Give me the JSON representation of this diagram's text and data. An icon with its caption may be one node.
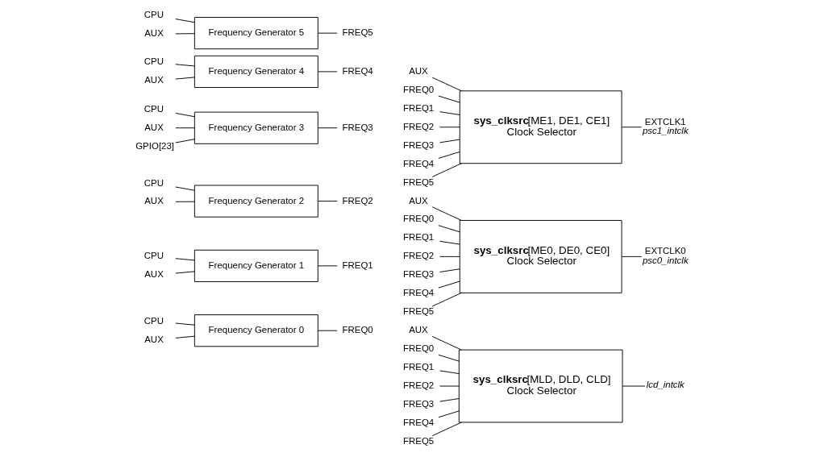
{
  "diagram": {
    "nodes": [
      {
        "text": [
          "CPU"
        ]
      },
      {
        "text": [
          "AUX"
        ]
      },
      {
        "text": [
          "Frequency Generator 0"
        ]
      },
      {
        "text": [
          "FREQ0"
        ]
      },
      {
        "text": [
          "CPU"
        ]
      },
      {
        "text": [
          "AUX"
        ]
      },
      {
        "text": [
          "Frequency Generator 1"
        ]
      },
      {
        "text": [
          "FREQ1"
        ]
      },
      {
        "text": [
          "CPU"
        ]
      },
      {
        "text": [
          "AUX"
        ]
      },
      {
        "text": [
          "Frequency Generator 2"
        ]
      },
      {
        "text": [
          "FREQ2"
        ]
      },
      {
        "text": [
          "CPU"
        ]
      },
      {
        "text": [
          "AUX"
        ]
      },
      {
        "text": [
          "GPIO[23]"
        ]
      },
      {
        "text": [
          "Frequency Generator 3"
        ]
      },
      {
        "text": [
          "FREQ3"
        ]
      },
      {
        "text": [
          "CPU"
        ]
      },
      {
        "text": [
          "AUX"
        ]
      },
      {
        "text": [
          "Frequency Generator 4"
        ]
      },
      {
        "text": [
          "FREQ4"
        ]
      },
      {
        "text": [
          "CPU"
        ]
      },
      {
        "text": [
          "AUX"
        ]
      },
      {
        "text": [
          "Frequency Generator 5"
        ]
      },
      {
        "text": [
          "FREQ5"
        ]
      },
      {
        "text": [
          "AUX"
        ]
      },
      {
        "text": [
          "FREQ0"
        ]
      },
      {
        "text": [
          "FREQ1"
        ]
      },
      {
        "text": [
          "FREQ2"
        ]
      },
      {
        "text": [
          "FREQ3"
        ]
      },
      {
        "text": [
          "FREQ4"
        ]
      },
      {
        "text": [
          "FREQ5"
        ]
      },
      {
        "text": [
          "**sys_clksrc**[MLD, DLD, CLD]",
          "Clock Selector"
        ]
      },
      {
        "text": [
          "lcd_intclk"
        ]
      },
      {
        "text": [
          "AUX"
        ]
      },
      {
        "text": [
          "FREQ0"
        ]
      },
      {
        "text": [
          "FREQ1"
        ]
      },
      {
        "text": [
          "FREQ2"
        ]
      },
      {
        "text": [
          "FREQ3"
        ]
      },
      {
        "text": [
          "FREQ4"
        ]
      },
      {
        "text": [
          "FREQ5"
        ]
      },
      {
        "text": [
          "**sys_clksrc**[ME0, DE0, CE0]",
          "Clock Selector"
        ]
      },
      {
        "text": [
          "EXTCLK0",
          "psc0_intclk"
        ]
      },
      {
        "text": [
          "AUX"
        ]
      },
      {
        "text": [
          "FREQ0"
        ]
      },
      {
        "text": [
          "FREQ1"
        ]
      },
      {
        "text": [
          "FREQ2"
        ]
      },
      {
        "text": [
          "FREQ3"
        ]
      },
      {
        "text": [
          "FREQ4"
        ]
      },
      {
        "text": [
          "FREQ5"
        ]
      },
      {
        "text": [
          "**sys_clksrc**[ME1, DE1, CE1]",
          "Clock Selector"
        ]
      },
      {
        "text": [
          "EXTCLK1",
          "psc1_intclk"
        ]
      }
    ],
    "edges": [
      {
        "from": 0,
        "to": 2,
        "arrow": "none"
      },
      {
        "from": 1,
        "to": 2,
        "arrow": "none"
      },
      {
        "from": 2,
        "to": 3,
        "arrow": "none"
      },
      {
        "from": 4,
        "to": 6,
        "arrow": "none"
      },
      {
        "from": 5,
        "to": 6,
        "arrow": "none"
      },
      {
        "from": 6,
        "to": 7,
        "arrow": "none"
      },
      {
        "from": 8,
        "to": 10,
        "arrow": "none"
      },
      {
        "from": 9,
        "to": 10,
        "arrow": "none"
      },
      {
        "from": 10,
        "to": 11,
        "arrow": "none"
      },
      {
        "from": 12,
        "to": 15,
        "arrow": "none"
      },
      {
        "from": 13,
        "to": 15,
        "arrow": "none"
      },
      {
        "from": 14,
        "to": 15,
        "arrow": "none"
      },
      {
        "from": 15,
        "to": 16,
        "arrow": "none"
      },
      {
        "from": 17,
        "to": 19,
        "arrow": "none"
      },
      {
        "from": 18,
        "to": 19,
        "arrow": "none"
      },
      {
        "from": 19,
        "to": 20,
        "arrow": "none"
      },
      {
        "from": 21,
        "to": 23,
        "arrow": "none"
      },
      {
        "from": 22,
        "to": 23,
        "arrow": "none"
      },
      {
        "from": 23,
        "to": 24,
        "arrow": "none"
      },
      {
        "from": 25,
        "to": 32,
        "arrow": "none"
      },
      {
        "from": 26,
        "to": 32,
        "arrow": "none"
      },
      {
        "from": 27,
        "to": 32,
        "arrow": "none"
      },
      {
        "from": 28,
        "to": 32,
        "arrow": "none"
      },
      {
        "from": 29,
        "to": 32,
        "arrow": "none"
      },
      {
        "from": 30,
        "to": 32,
        "arrow": "none"
      },
      {
        "from": 31,
        "to": 32,
        "arrow": "none"
      },
      {
        "from": 32,
        "to": 33,
        "arrow": "none"
      },
      {
        "from": 34,
        "to": 41,
        "arrow": "none"
      },
      {
        "from": 35,
        "to": 41,
        "arrow": "none"
      },
      {
        "from": 36,
        "to": 41,
        "arrow": "none"
      },
      {
        "from": 37,
        "to": 41,
        "arrow": "none"
      },
      {
        "from": 38,
        "to": 41,
        "arrow": "none"
      },
      {
        "from": 39,
        "to": 41,
        "arrow": "none"
      },
      {
        "from": 40,
        "to": 41,
        "arrow": "none"
      },
      {
        "from": 41,
        "to": 42,
        "arrow": "none"
      },
      {
        "from": 43,
        "to": 50,
        "arrow": "none"
      },
      {
        "from": 44,
        "to": 50,
        "arrow": "none"
      },
      {
        "from": 45,
        "to": 50,
        "arrow": "none"
      },
      {
        "from": 46,
        "to": 50,
        "arrow": "none"
      },
      {
        "from": 47,
        "to": 50,
        "arrow": "none"
      },
      {
        "from": 48,
        "to": 50,
        "arrow": "none"
      },
      {
        "from": 49,
        "to": 50,
        "arrow": "none"
      },
      {
        "from": 50,
        "to": 51,
        "arrow": "none"
      }
    ]
  }
}
